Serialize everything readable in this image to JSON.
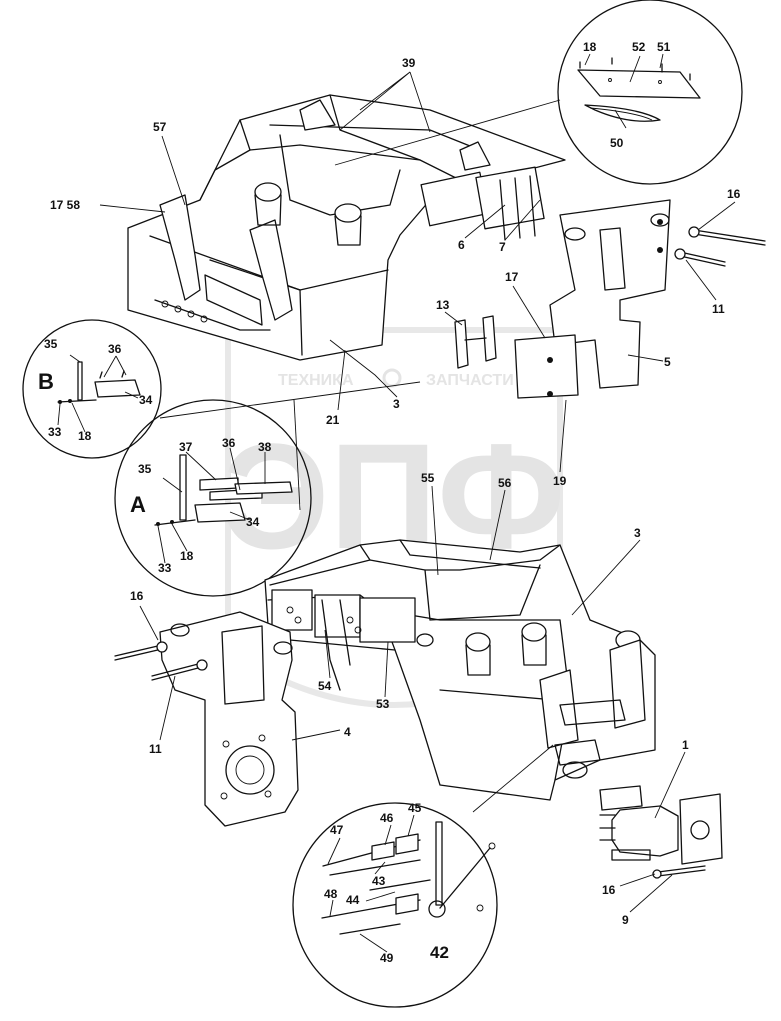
{
  "watermark": {
    "brand": "ЭПФ",
    "left_text": "ТЕХНИКА",
    "right_text": "ЗАПЧАСТИ"
  },
  "detail_views": {
    "A": "A",
    "B": "B",
    "42": "42"
  },
  "callouts": {
    "c39": "39",
    "c57": "57",
    "c17_58": "17 58",
    "c18_top": "18",
    "c52": "52",
    "c51": "51",
    "c50": "50",
    "c16_top": "16",
    "c6": "6",
    "c7": "7",
    "c11_top": "11",
    "c17_mid": "17",
    "c13": "13",
    "c5": "5",
    "c21": "21",
    "c3_top": "3",
    "c19": "19",
    "c35_b": "35",
    "c36_b": "36",
    "c34_b": "34",
    "c33_b": "33",
    "c18_b": "18",
    "c37": "37",
    "c36_a": "36",
    "c38": "38",
    "c35_a": "35",
    "c34_a": "34",
    "c18_a": "18",
    "c33_a": "33",
    "c55": "55",
    "c56": "56",
    "c3_bot": "3",
    "c16_bot": "16",
    "c54": "54",
    "c53": "53",
    "c11_bot": "11",
    "c4": "4",
    "c1": "1",
    "c16_right": "16",
    "c9": "9",
    "c47": "47",
    "c46": "46",
    "c45": "45",
    "c43": "43",
    "c48": "48",
    "c44": "44",
    "c49": "49"
  }
}
